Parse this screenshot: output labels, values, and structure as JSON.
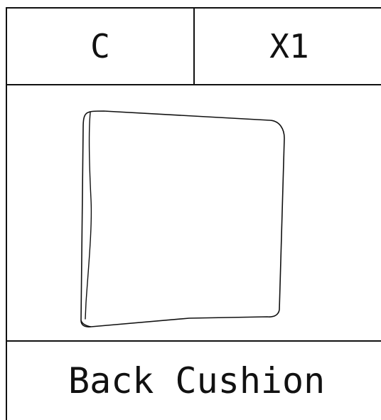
{
  "part": {
    "code": "C",
    "quantity": "X1",
    "name": "Back Cushion",
    "illustration_icon": "back-cushion-outline"
  },
  "colors": {
    "line": "#111111",
    "background": "#ffffff"
  }
}
